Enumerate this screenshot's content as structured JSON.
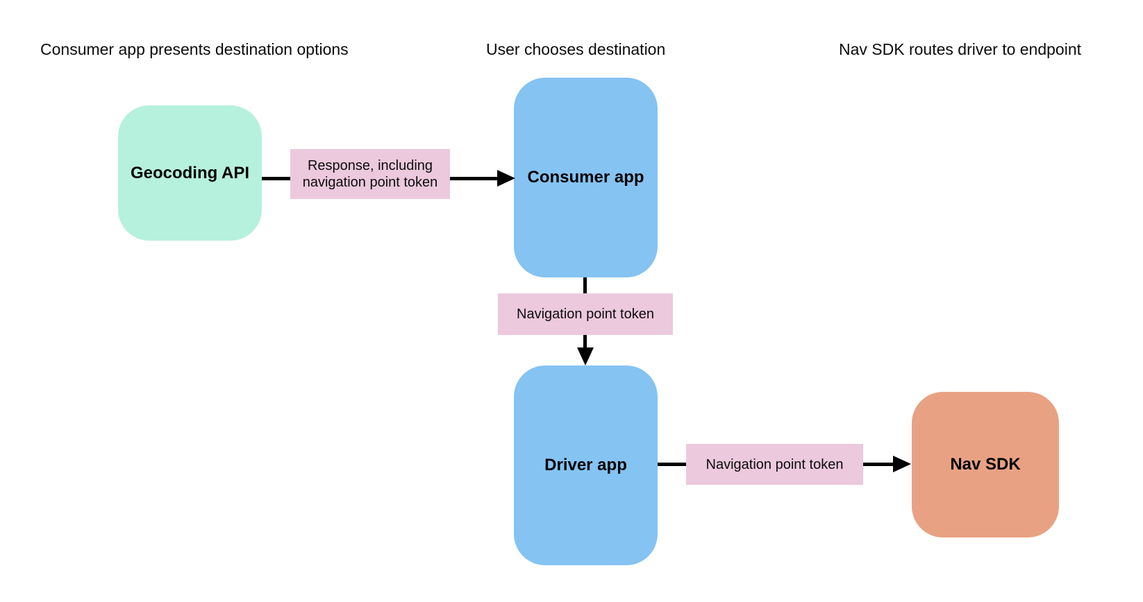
{
  "headers": {
    "col1": "Consumer app presents destination options",
    "col2": "User chooses destination",
    "col3": "Nav SDK routes driver to endpoint"
  },
  "nodes": {
    "geocoding_api": {
      "label": "Geocoding API"
    },
    "consumer_app": {
      "label": "Consumer app"
    },
    "driver_app": {
      "label": "Driver app"
    },
    "nav_sdk": {
      "label": "Nav SDK"
    }
  },
  "edges": {
    "geocoding_to_consumer": {
      "label": "Response, including navigation point token"
    },
    "consumer_to_driver": {
      "label": "Navigation point token"
    },
    "driver_to_nav_sdk": {
      "label": "Navigation point token"
    }
  },
  "colors": {
    "background": "#ffffff",
    "node_green": "#b6f1dd",
    "node_blue": "#85c3f2",
    "node_orange": "#e8a283",
    "edge_label_pink": "#ecc9dd",
    "arrow_black": "#000000",
    "text_black": "#0c0c0c"
  }
}
